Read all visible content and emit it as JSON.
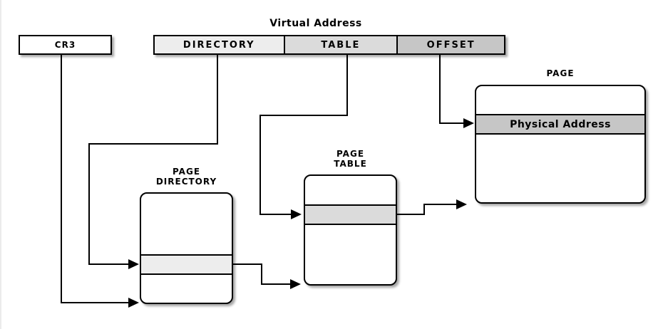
{
  "diagram": {
    "title": "Virtual Address",
    "cr3_label": "CR3",
    "fields": {
      "directory": "DIRECTORY",
      "table": "TABLE",
      "offset": "OFFSET"
    },
    "page_directory": {
      "label_line1": "PAGE",
      "label_line2": "DIRECTORY"
    },
    "page_table": {
      "label_line1": "PAGE",
      "label_line2": "TABLE"
    },
    "page": {
      "label": "PAGE",
      "row_label": "Physical Address"
    },
    "colors": {
      "directory_fill": "#ededed",
      "table_fill": "#dbdbdb",
      "offset_fill": "#c6c6c6",
      "box_fill": "#ffffff",
      "border": "#000000",
      "line": "#000000"
    }
  }
}
